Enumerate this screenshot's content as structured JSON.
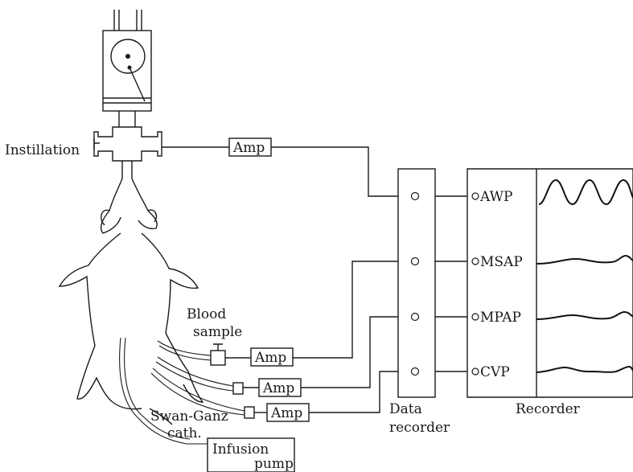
{
  "labels": {
    "instillation": "Instillation",
    "amp": "Amp",
    "blood_sample_line1": "Blood",
    "blood_sample_line2": "sample",
    "swan_ganz_line1": "Swan-Ganz",
    "swan_ganz_line2": "cath.",
    "infusion_line1": "Infusion",
    "infusion_line2": "pump",
    "data_recorder_line1": "Data",
    "data_recorder_line2": "recorder",
    "recorder": "Recorder"
  },
  "channels": [
    "AWP",
    "MSAP",
    "MPAP",
    "CVP"
  ]
}
